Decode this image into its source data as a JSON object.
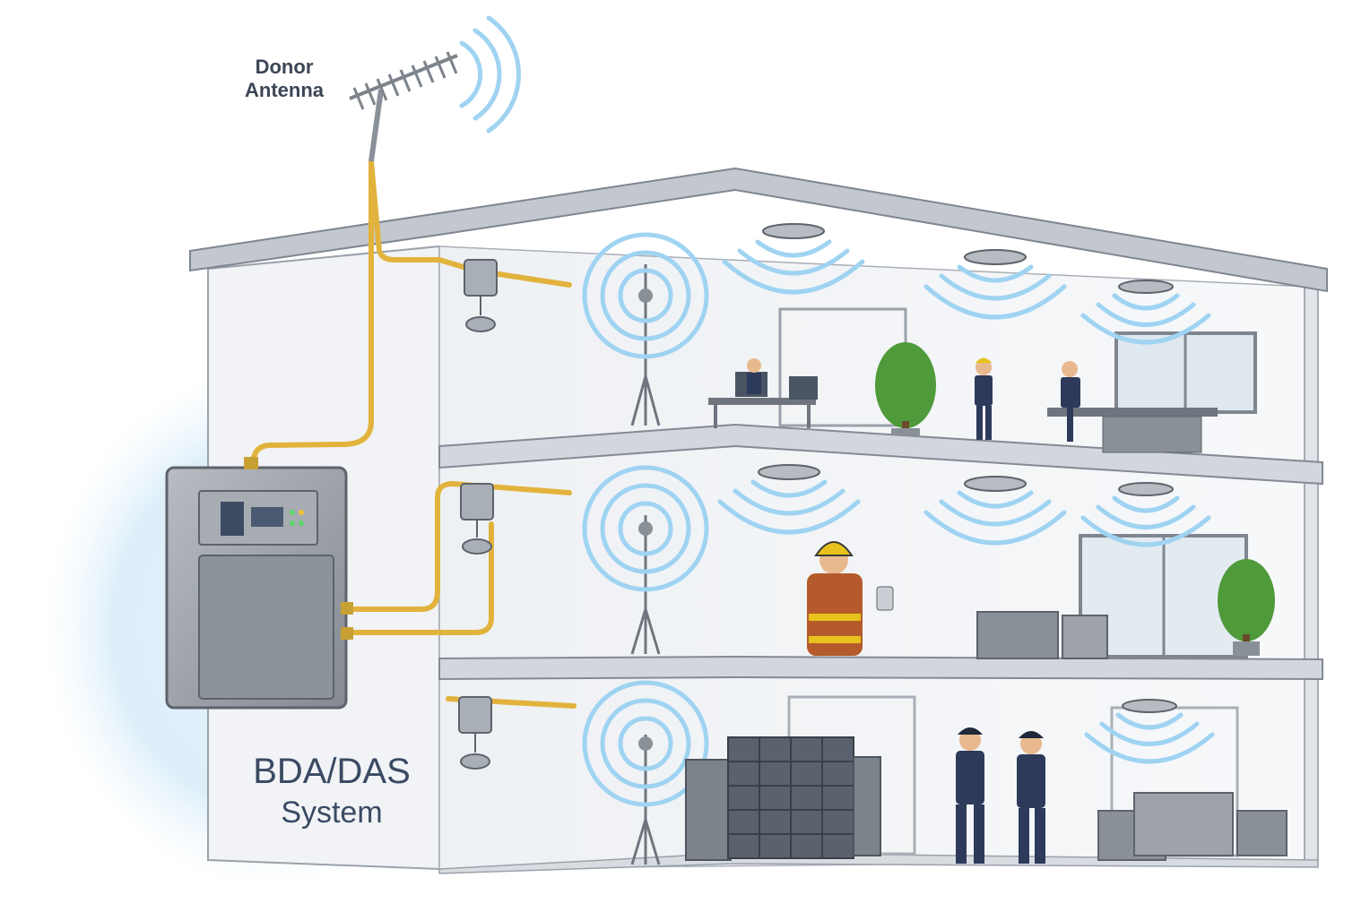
{
  "labels": {
    "donor_line1": "Donor",
    "donor_line2": "Antenna",
    "system_line1": "BDA/DAS",
    "system_line2": "System"
  },
  "colors": {
    "cable": "#e2b33c",
    "signal": "#9fd3f2",
    "wall": "#f3f5f7",
    "floor_slab": "#d4d8de",
    "roof_slab": "#bcc1c8",
    "bda_box": "#9ea3ab",
    "glow": "#d6ebf8",
    "uniform": "#2d3a5a",
    "turnout_gear": "#b45a2c",
    "helmet": "#e8c21c",
    "plant": "#4f9a3a"
  },
  "icons": [
    "yagi-antenna-icon",
    "bda-unit-icon",
    "dome-antenna-icon",
    "mast-antenna-icon",
    "server-rack-icon",
    "tree-icon",
    "firefighter-icon",
    "worker-icon"
  ]
}
